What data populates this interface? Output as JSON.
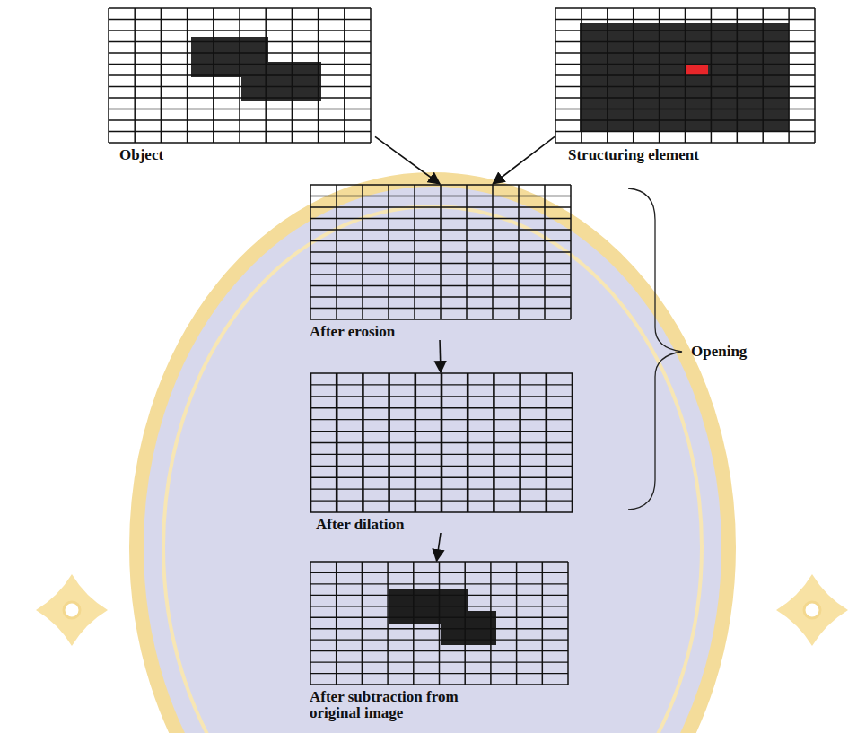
{
  "diagram": {
    "nodes": [
      {
        "text": [
          "Object"
        ]
      },
      {
        "text": [
          "Structuring element"
        ]
      },
      {
        "text": [
          "After erosion"
        ]
      },
      {
        "text": [
          "After dilation"
        ]
      },
      {
        "text": [
          "After subtraction from original image"
        ]
      }
    ],
    "edges": [
      {
        "from": 0,
        "to": 2,
        "arrow": "to"
      },
      {
        "from": 1,
        "to": 2,
        "arrow": "to"
      },
      {
        "from": 2,
        "to": 3,
        "arrow": "to"
      },
      {
        "from": 3,
        "to": 4,
        "arrow": "to"
      }
    ],
    "labels": [
      "Opening"
    ]
  }
}
